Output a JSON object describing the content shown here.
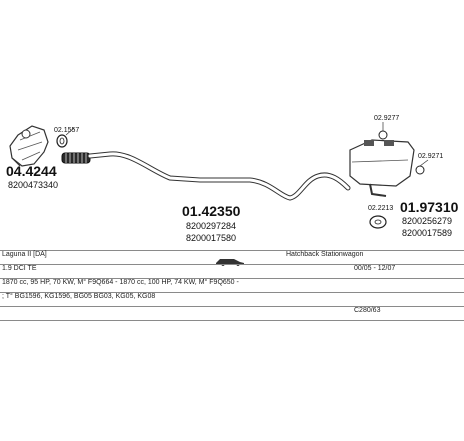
{
  "parts": [
    {
      "id": "p1",
      "number": "04.4244",
      "sub": [
        "8200473340"
      ],
      "callout": "02.1557"
    },
    {
      "id": "p2",
      "number": "01.42350",
      "sub": [
        "8200297284",
        "8200017580"
      ]
    },
    {
      "id": "p3",
      "number": "01.97310",
      "sub": [
        "8200256279",
        "8200017589"
      ],
      "callouts": [
        "02.9277",
        "02.9271",
        "02.2213"
      ]
    }
  ],
  "info": {
    "model": "Laguna II [DA]",
    "body": "Hatchback Stationwagon",
    "engine": "1.9 DCI TE",
    "dates": "00/05 - 12/07",
    "specs": "1870 cc, 95 HP, 70 KW, M° F9Q664 - 1870 cc, 100 HP, 74 KW, M° F9Q650 -",
    "codes": "; T° BG1596, KG1596, BG05 BG03, KG05, KG08",
    "ref": "C280/63"
  }
}
